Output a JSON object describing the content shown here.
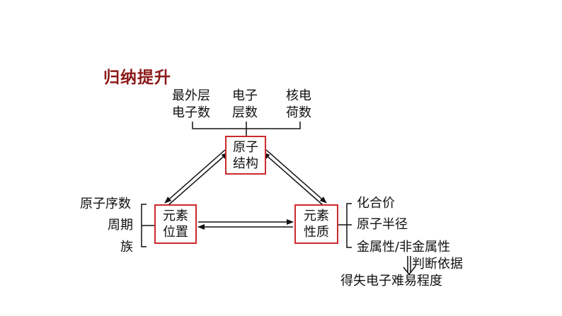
{
  "title": "归纳提升",
  "top_labels": {
    "outer_electrons": [
      "最外层",
      "电子数"
    ],
    "electron_shells": [
      "电子",
      "层数"
    ],
    "nuclear_charge": [
      "核电",
      "荷数"
    ]
  },
  "boxes": {
    "atomic_structure": [
      "原子",
      "结构"
    ],
    "element_position": [
      "元素",
      "位置"
    ],
    "element_property": [
      "元素",
      "性质"
    ]
  },
  "left_labels": [
    "原子序数",
    "周期",
    "族"
  ],
  "right_labels": [
    "化合价",
    "原子半径",
    "金属性/非金属性"
  ],
  "basis_label": "判断依据",
  "bottom_label": "得失电子难易程度",
  "colors": {
    "title": "#8b1a1a",
    "box_border": "#cc2a2a",
    "line": "#111111"
  }
}
